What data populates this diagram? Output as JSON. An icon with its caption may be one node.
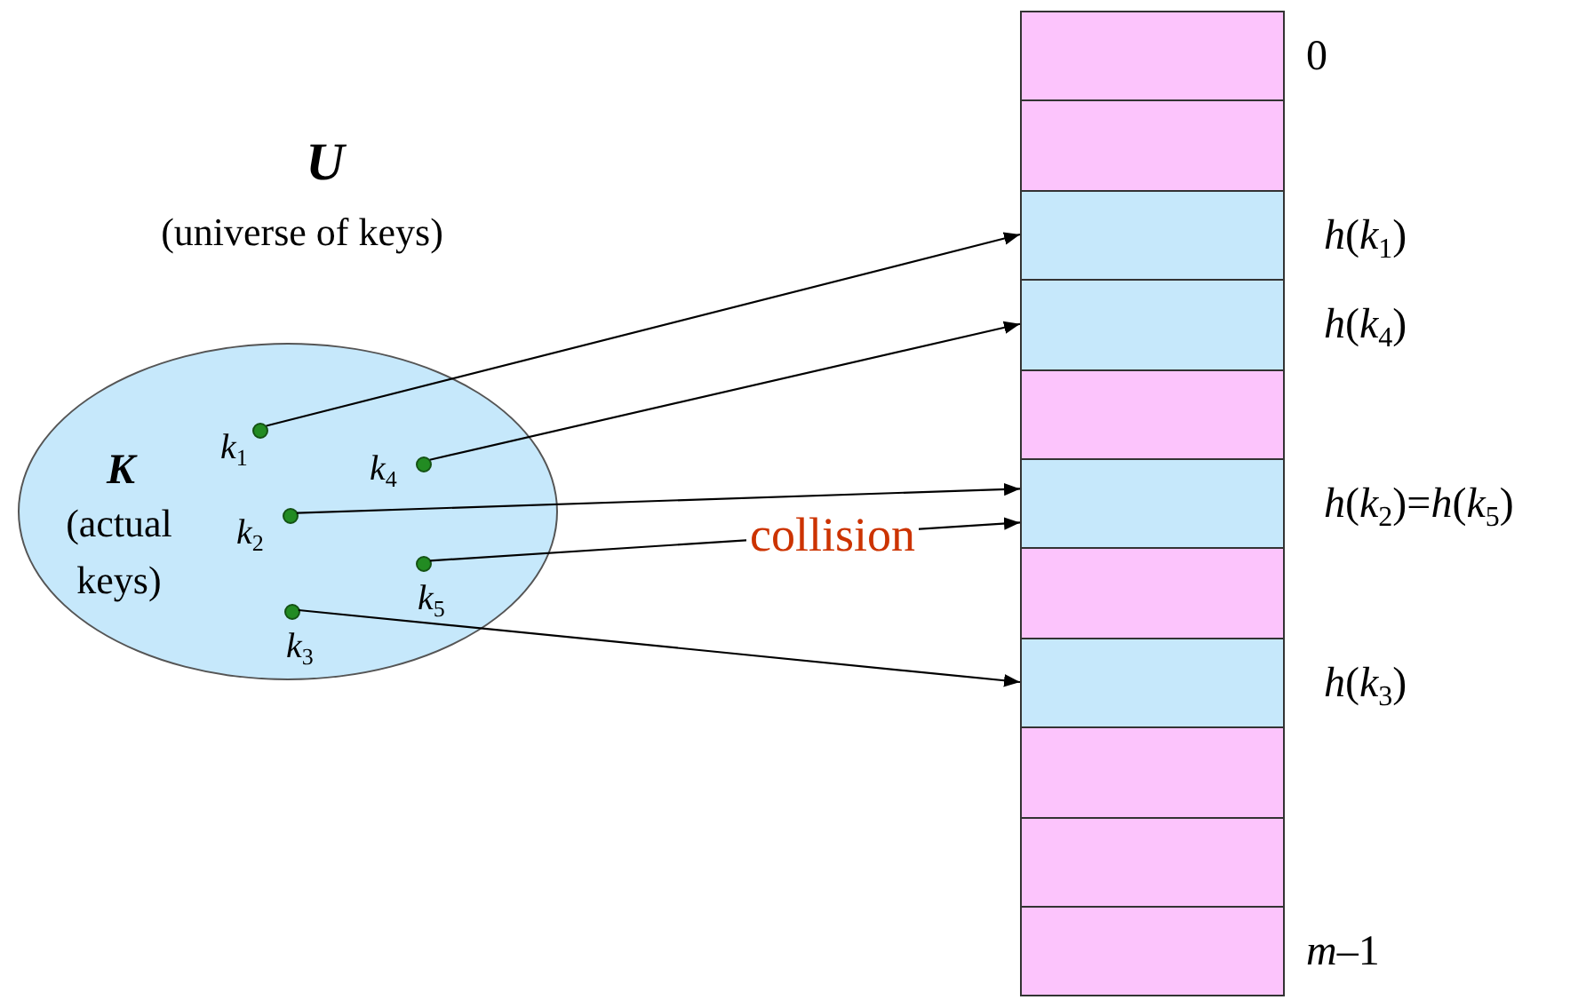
{
  "diagram": {
    "nodes": [
      {
        "text": [
          "K",
          "(actual keys)"
        ]
      },
      {
        "text": [],
        "shape": "circle",
        "in": 0,
        "beside": [
          "*k*$_{1}$"
        ]
      },
      {
        "text": [],
        "shape": "circle",
        "in": 0,
        "beside": [
          "*k*$_{4}$"
        ]
      },
      {
        "text": [],
        "shape": "circle",
        "in": 0,
        "beside": [
          "*k*$_{2}$"
        ]
      },
      {
        "text": [],
        "shape": "circle",
        "in": 0,
        "beside": [
          "*k*$_{5}$"
        ]
      },
      {
        "text": [],
        "shape": "circle",
        "in": 0,
        "beside": [
          "*k*$_{3}$"
        ]
      },
      {
        "text": [],
        "shape": "box",
        "beside": [
          "0"
        ]
      },
      {
        "text": [],
        "shape": "box"
      },
      {
        "text": [],
        "shape": "box",
        "beside": [
          "*h*(*k*$_{1}$)"
        ]
      },
      {
        "text": [],
        "shape": "box",
        "beside": [
          "*h*(*k*$_{4}$)"
        ]
      },
      {
        "text": [],
        "shape": "box"
      },
      {
        "text": [],
        "shape": "box",
        "beside": [
          "*h*(*k*$_{2}$)=*h*(*k*$_{5}$)"
        ]
      },
      {
        "text": [],
        "shape": "box"
      },
      {
        "text": [],
        "shape": "box",
        "beside": [
          "*h*(*k*$_{3}$)"
        ]
      },
      {
        "text": [],
        "shape": "box"
      },
      {
        "text": [],
        "shape": "box"
      },
      {
        "text": [],
        "shape": "box",
        "beside": [
          "*m*–1"
        ]
      }
    ],
    "edges": [
      {
        "from": 1,
        "to": 8,
        "arrow": "to"
      },
      {
        "from": 2,
        "to": 9,
        "arrow": "to"
      },
      {
        "from": 3,
        "to": 11,
        "arrow": "to",
        "label": "collision"
      },
      {
        "from": 4,
        "to": 11,
        "arrow": "to"
      },
      {
        "from": 5,
        "to": 13,
        "arrow": "to"
      }
    ],
    "labels": [
      "U",
      "(universe of keys)"
    ]
  }
}
